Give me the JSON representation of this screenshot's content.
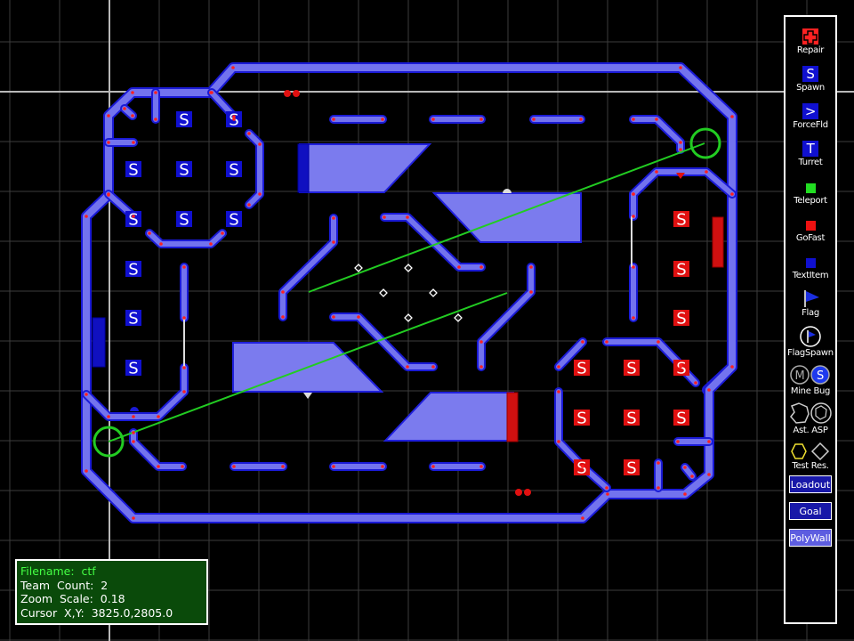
{
  "palette": {
    "items": [
      {
        "label": "Repair",
        "icon": "repair-icon"
      },
      {
        "label": "Spawn",
        "icon": "spawn-icon"
      },
      {
        "label": "ForceFld",
        "icon": "forcefield-icon"
      },
      {
        "label": "Turret",
        "icon": "turret-icon"
      },
      {
        "label": "Teleport",
        "icon": "teleport-icon"
      },
      {
        "label": "GoFast",
        "icon": "gofast-icon"
      },
      {
        "label": "TextItem",
        "icon": "textitem-icon"
      },
      {
        "label": "Flag",
        "icon": "flag-icon"
      },
      {
        "label": "FlagSpawn",
        "icon": "flagspawn-icon"
      },
      {
        "label": "Mine Bug",
        "icon": "mine-bug-icon"
      },
      {
        "label": "Ast. ASP",
        "icon": "asteroid-icon"
      },
      {
        "label": "Test Res.",
        "icon": "test-resource-icon"
      }
    ],
    "glyphs": {
      "spawn": "S",
      "forcefield": ">",
      "turret": "T",
      "mine": "M"
    },
    "buttons": [
      {
        "label": "Loadout"
      },
      {
        "label": "Goal"
      },
      {
        "label": "PolyWall"
      }
    ]
  },
  "info": {
    "filename_label": "Filename:",
    "filename": "ctf",
    "team_count_label": "Team  Count:",
    "team_count": "2",
    "zoom_label": "Zoom  Scale:",
    "zoom": "0.18",
    "cursor_label": "Cursor  X,Y:",
    "cursor": "3825.0,2805.0"
  },
  "map": {
    "spawn_glyph": "S",
    "colors": {
      "wall_fill": "#7373ee",
      "wall_edge": "#1a1ad6",
      "blue_team": "#1010d0",
      "red_team": "#e01010",
      "teleport_line": "#22cc22",
      "grid": "#444444"
    }
  }
}
